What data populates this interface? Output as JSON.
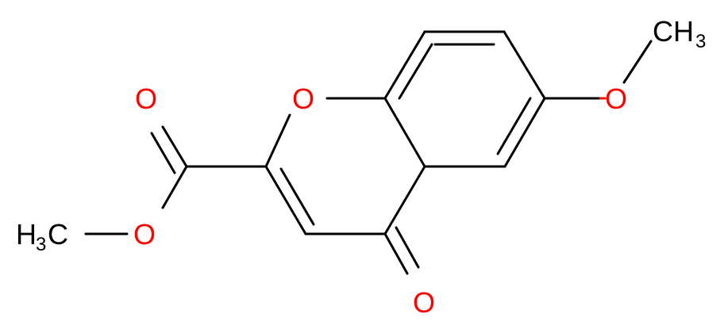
{
  "molecule": {
    "colors": {
      "carbon_bond": "#000000",
      "oxygen": "#ff0000",
      "background": "#ffffff"
    },
    "labels": {
      "ring_oxygen": "O",
      "methoxy_oxygen": "O",
      "methoxy_methyl_main": "CH",
      "methoxy_methyl_sub": "3",
      "ketone_oxygen": "O",
      "ester_carbonyl_oxygen": "O",
      "ester_alkoxy_oxygen": "O",
      "ester_methyl_main": "H",
      "ester_methyl_sub": "3",
      "ester_methyl_tail": "C"
    }
  }
}
